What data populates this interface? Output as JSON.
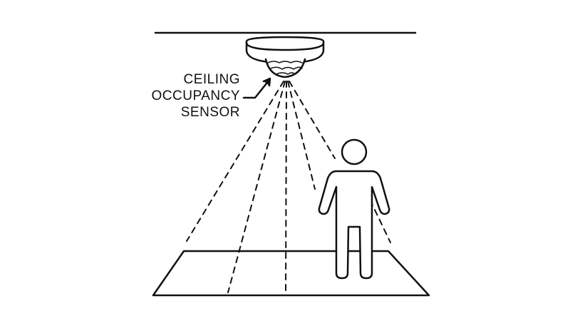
{
  "diagram": {
    "label_lines": [
      "CEILING",
      "OCCUPANCY",
      "SENSOR"
    ],
    "stroke_color": "#111111",
    "background_color": "#ffffff"
  }
}
